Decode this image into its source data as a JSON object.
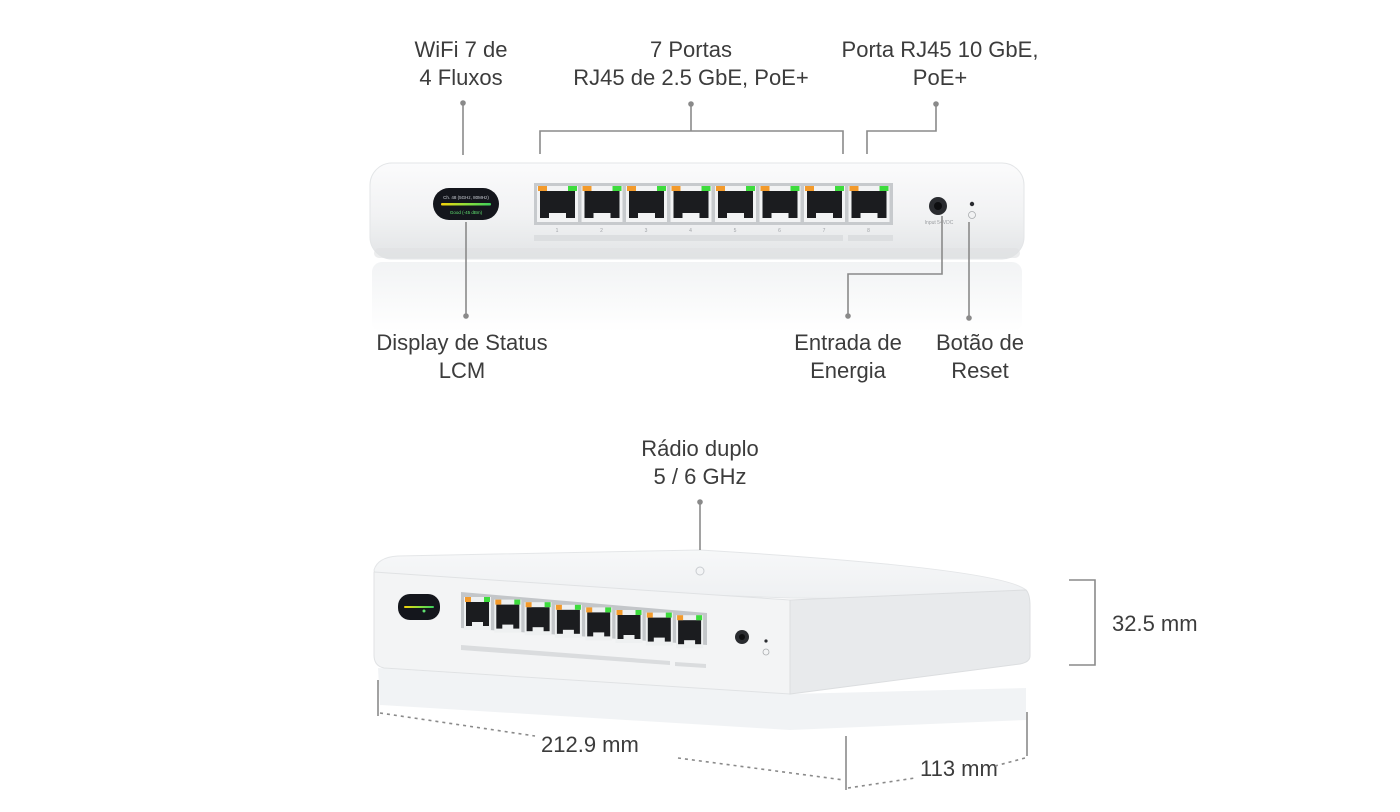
{
  "front_view": {
    "callouts": {
      "wifi": [
        "WiFi 7 de",
        "4 Fluxos"
      ],
      "ports_25g": [
        "7 Portas",
        "RJ45 de 2.5 GbE, PoE+"
      ],
      "port_10g": [
        "Porta RJ45 10 GbE,",
        "PoE+"
      ],
      "lcm": [
        "Display de Status",
        "LCM"
      ],
      "power": [
        "Entrada de",
        "Energia"
      ],
      "reset": [
        "Botão de",
        "Reset"
      ]
    },
    "lcm_screen": {
      "line1": "Ch. 48 (5GHz, 80MHz)",
      "line2": "Good (-45 dBm)"
    },
    "power_jack_text": "Input 54VDC",
    "port_numbers": [
      "1",
      "2",
      "3",
      "4",
      "5",
      "6",
      "7",
      "8"
    ]
  },
  "angled_view": {
    "callouts": {
      "radio": [
        "Rádio duplo",
        "5 / 6 GHz"
      ]
    },
    "dimensions": {
      "height": "32.5 mm",
      "width": "212.9 mm",
      "depth": "113 mm"
    }
  },
  "colors": {
    "led_orange": "#f39a2b",
    "led_green": "#3ddc3d",
    "leader_line": "#8a8a8a",
    "device_body": "#f4f5f6"
  }
}
